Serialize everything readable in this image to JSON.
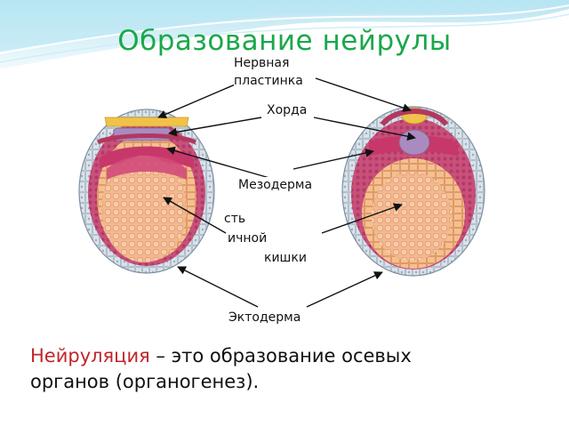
{
  "slide": {
    "title": "Образование нейрулы",
    "labels": {
      "neural_plate_line1": "Нервная",
      "neural_plate_line2": "пластинка",
      "chord": "Хорда",
      "mesoderm": "Мезодерма",
      "gut_line1": "сть",
      "gut_line2": "ичной",
      "gut_line3": "кишки",
      "ectoderm": "Эктодерма"
    },
    "caption": {
      "term": "Нейруляция",
      "rest_line1": " – это образование  осевых",
      "rest_line2": "органов (органогенез)."
    }
  },
  "colors": {
    "title": "#1aa84a",
    "term": "#c0262a",
    "wave": "#8fd3ea"
  }
}
